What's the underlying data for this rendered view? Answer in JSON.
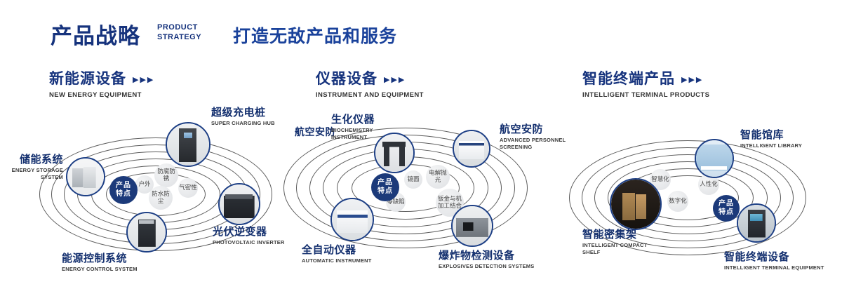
{
  "colors": {
    "brand_navy": "#16337d",
    "accent_blue": "#1a429b"
  },
  "header": {
    "title_cn": "产品战略",
    "title_en_line1": "PRODUCT",
    "title_en_line2": "STRATEGY",
    "slogan": "打造无敌产品和服务"
  },
  "sections": [
    {
      "title_cn": "新能源设备",
      "title_en": "NEW ENERGY EQUIPMENT",
      "arrows": "▶▶▶",
      "center_badge": {
        "line1": "产品",
        "line2": "特点"
      },
      "products": [
        {
          "cn": "储能系统",
          "en": "ENERGY STORAGE SYSTEM"
        },
        {
          "cn": "超级充电桩",
          "en": "SUPER CHARGING HUB"
        },
        {
          "cn": "光伏逆变器",
          "en": "PHOTOVOLTAIC INVERTER"
        },
        {
          "cn": "能源控制系统",
          "en": "ENERGY CONTROL SYSTEM"
        }
      ],
      "features": [
        "户外",
        "防腐防锈",
        "气密性",
        "防水防尘"
      ]
    },
    {
      "title_cn": "仪器设备",
      "title_en": "INSTRUMENT AND EQUIPMENT",
      "arrows": "▶▶▶",
      "center_badge": {
        "line1": "产品",
        "line2": "特点"
      },
      "extra_label": "航空安防",
      "products": [
        {
          "cn": "生化仪器",
          "en": "BIOCHEMISTRY INSTRUMENT"
        },
        {
          "cn": "航空安防",
          "en": "ADVANCED PERSONNEL SCREENING"
        },
        {
          "cn": "全自动仪器",
          "en": "AUTOMATIC INSTRUMENT"
        },
        {
          "cn": "爆炸物检测设备",
          "en": "EXPLOSIVES DETECTION SYSTEMS"
        }
      ],
      "features": [
        "镜面",
        "电解抛光",
        "零缺陷",
        "钣金与机加工结合"
      ]
    },
    {
      "title_cn": "智能终端产品",
      "title_en": "INTELLIGENT TERMINAL PRODUCTS",
      "arrows": "▶▶▶",
      "center_badge": {
        "line1": "产品",
        "line2": "特点"
      },
      "products": [
        {
          "cn": "智能馆库",
          "en": "INTELLIGENT LIBRARY"
        },
        {
          "cn": "智能密集架",
          "en": "INTELLIGENT COMPACT SHELF"
        },
        {
          "cn": "智能终端设备",
          "en": "INTELLIGENT TERMINAL EQUIPMENT"
        }
      ],
      "features": [
        "智慧化",
        "人性化",
        "数字化"
      ]
    }
  ]
}
